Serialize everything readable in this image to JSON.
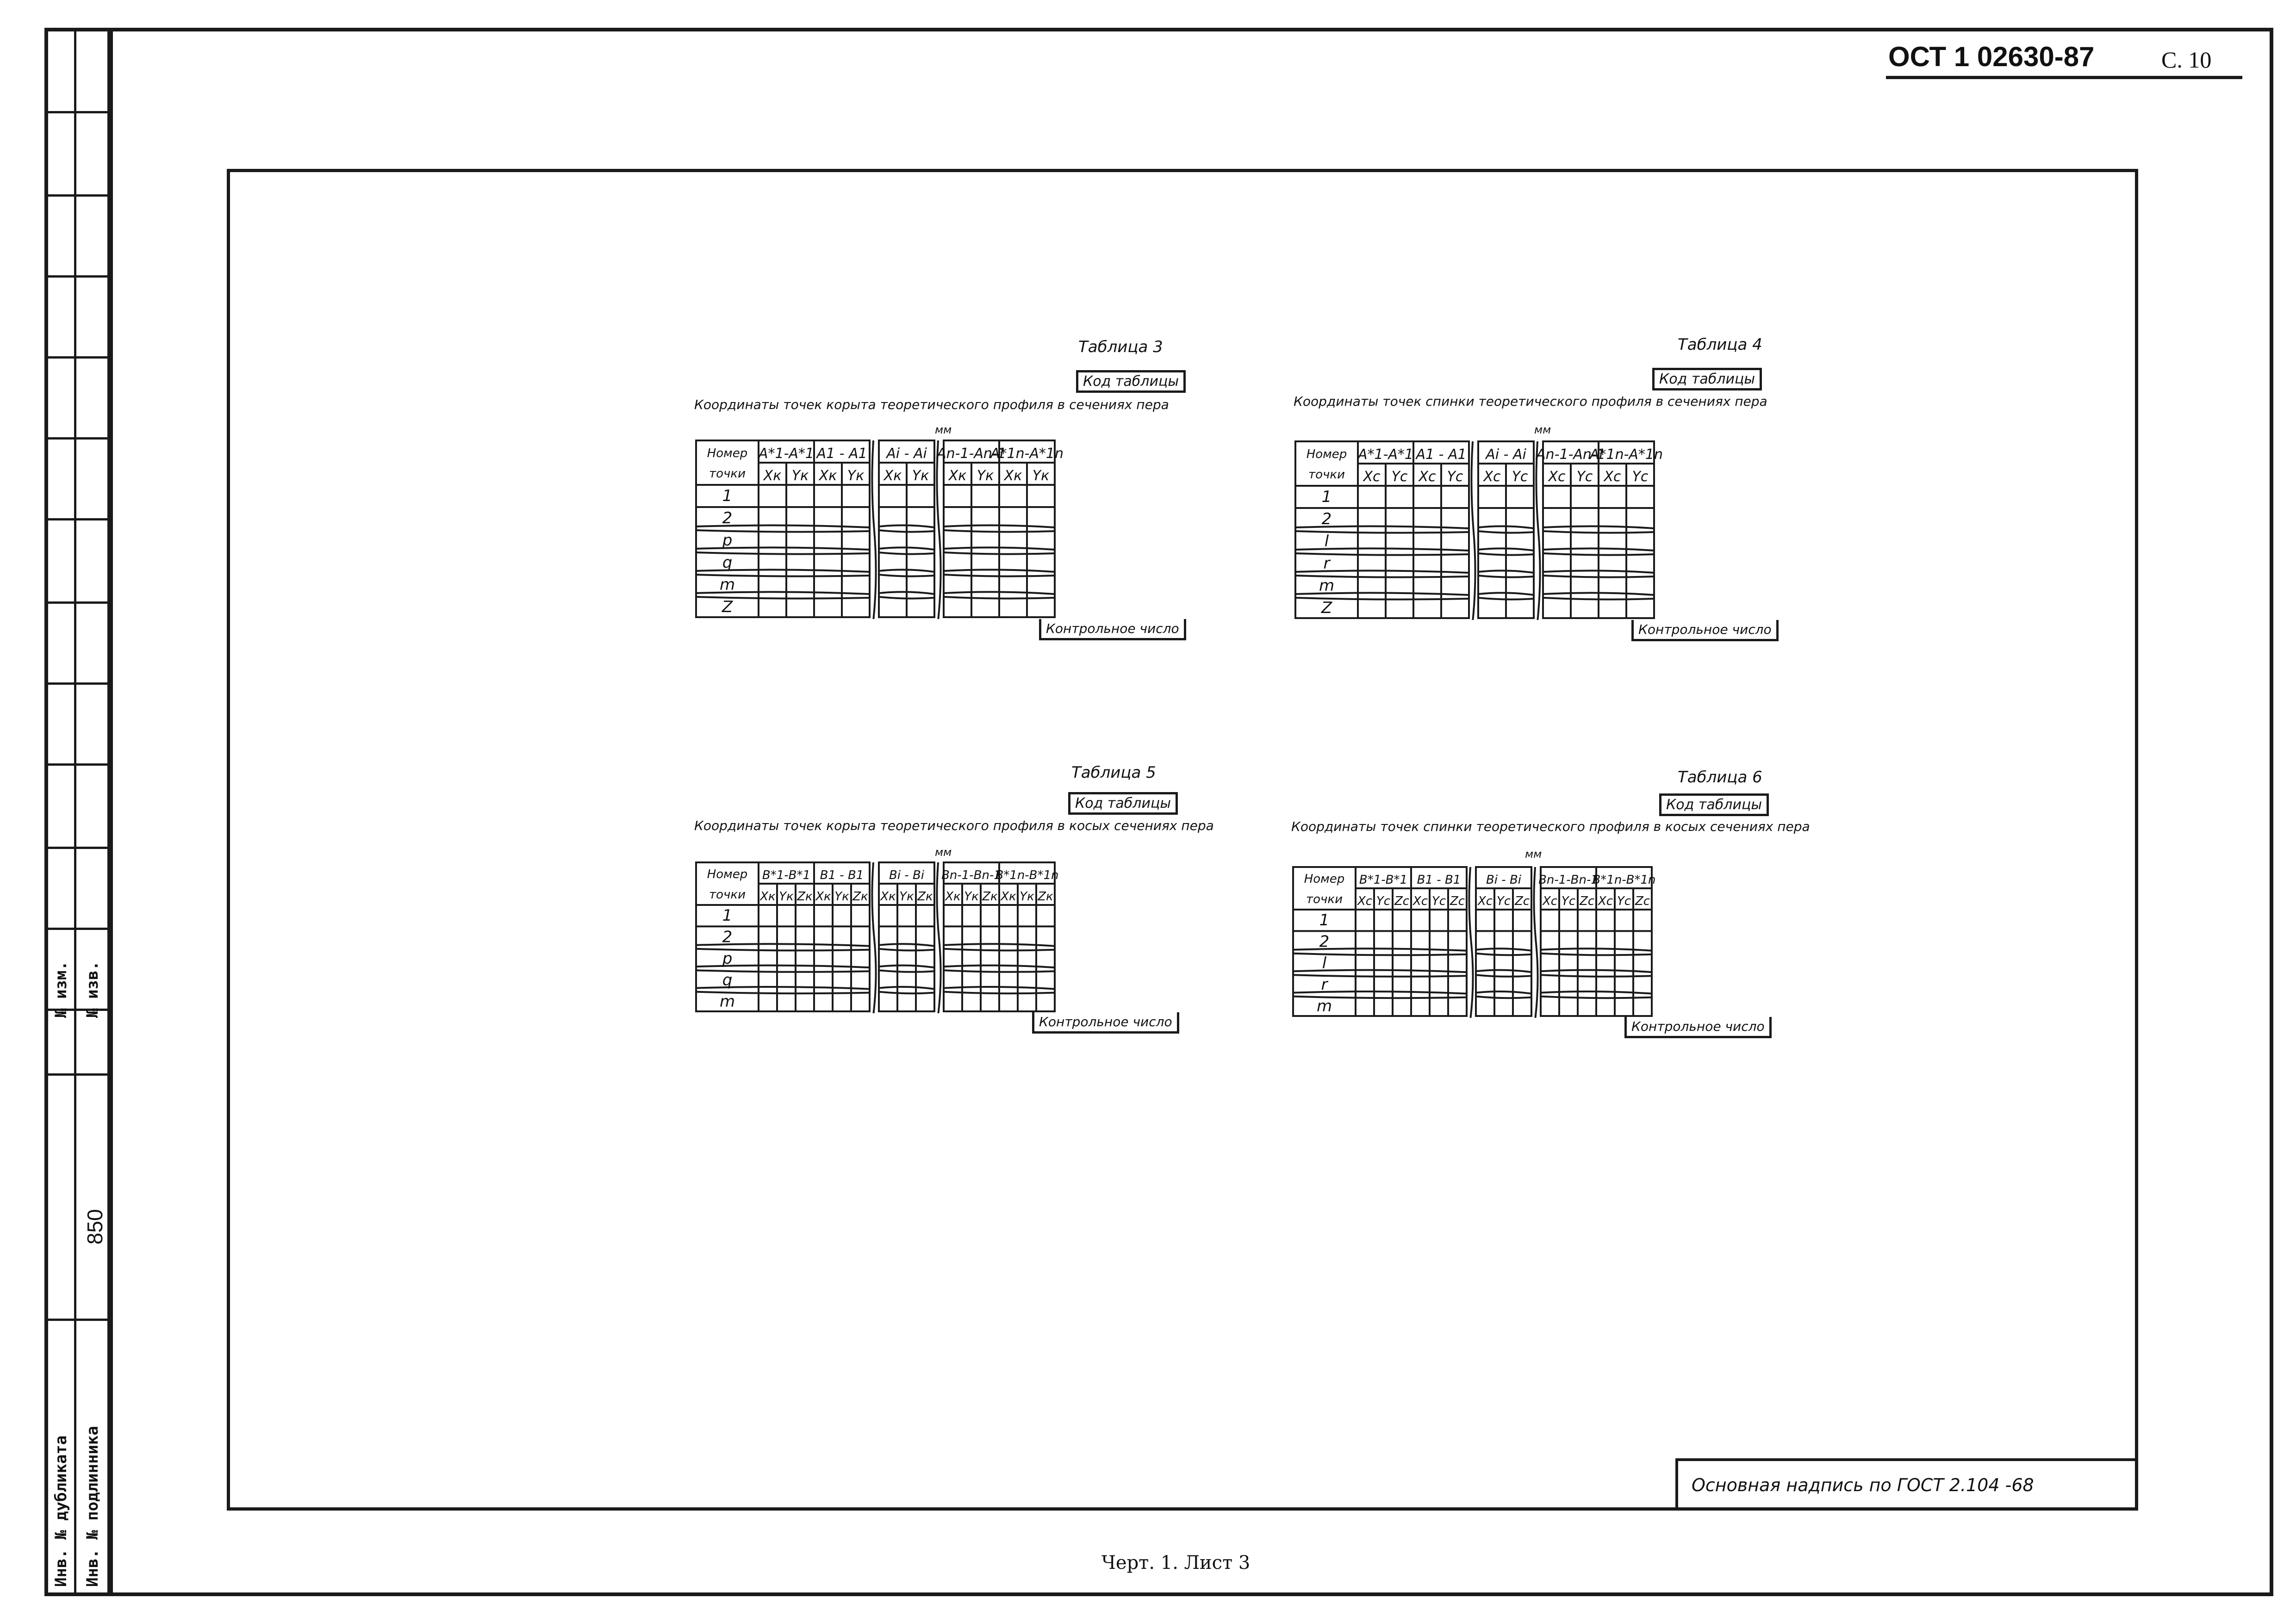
{
  "header": {
    "doc_number": "ОСТ 1 02630-87",
    "page": "С. 10"
  },
  "sidebar": {
    "labels": [
      "№ изм.",
      "№ изв.",
      "Инв. № дубликата",
      "Инв. № подлинника",
      "850"
    ]
  },
  "tables": [
    {
      "title": "Таблица 3",
      "code": "Код таблицы",
      "caption": "Координаты точек корыта теоретического профиля в сечениях пера",
      "unit": "мм",
      "number_header": [
        "Номер",
        "точки"
      ],
      "groups": [
        "А*1-А*1",
        "А1 - А1",
        "Аi - Аi",
        "Аn-1-Аn-1",
        "А*1n-А*1n"
      ],
      "cols": [
        "Хк",
        "Yк"
      ],
      "rows": [
        "1",
        "2",
        "p",
        "q",
        "m",
        "Z"
      ],
      "control": "Контрольное число"
    },
    {
      "title": "Таблица 4",
      "code": "Код таблицы",
      "caption": "Координаты точек спинки теоретического профиля в сечениях пера",
      "unit": "мм",
      "number_header": [
        "Номер",
        "точки"
      ],
      "groups": [
        "А*1-А*1",
        "А1 - А1",
        "Аi - Аi",
        "Аn-1-Аn-1",
        "А*1n-А*1n"
      ],
      "cols": [
        "Хс",
        "Yс"
      ],
      "rows": [
        "1",
        "2",
        "l",
        "r",
        "m",
        "Z"
      ],
      "control": "Контрольное число"
    },
    {
      "title": "Таблица 5",
      "code": "Код таблицы",
      "caption": "Координаты точек корыта теоретического профиля в косых сечениях пера",
      "unit": "мм",
      "number_header": [
        "Номер",
        "точки"
      ],
      "groups": [
        "В*1-В*1",
        "В1 - В1",
        "Вi - Вi",
        "Вn-1-Вn-1",
        "В*1n-В*1n"
      ],
      "cols": [
        "Хк",
        "Yк",
        "Zк"
      ],
      "rows": [
        "1",
        "2",
        "p",
        "q",
        "m"
      ],
      "control": "Контрольное число"
    },
    {
      "title": "Таблица 6",
      "code": "Код таблицы",
      "caption": "Координаты точек спинки теоретического профиля в косых сечениях пера",
      "unit": "мм",
      "number_header": [
        "Номер",
        "точки"
      ],
      "groups": [
        "В*1-В*1",
        "В1 - В1",
        "Вi - Вi",
        "Вn-1-Вn-1",
        "В*1n-В*1n"
      ],
      "cols": [
        "Хс",
        "Yс",
        "Zс"
      ],
      "rows": [
        "1",
        "2",
        "l",
        "r",
        "m"
      ],
      "control": "Контрольное число"
    }
  ],
  "stamp": "Основная надпись по ГОСТ 2.104 -68",
  "sheet_caption": "Черт. 1. Лист 3"
}
